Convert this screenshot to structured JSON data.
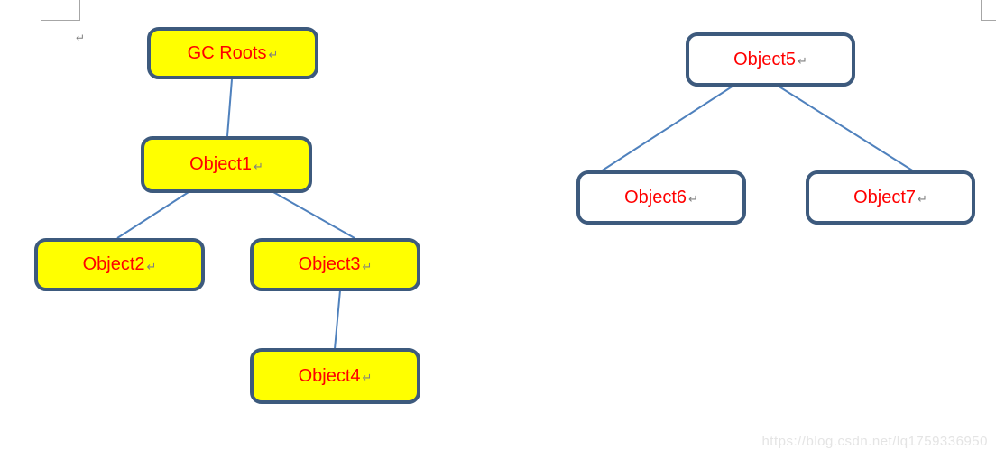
{
  "document": {
    "paragraph_mark": "↵",
    "watermark": "https://blog.csdn.net/lq1759336950"
  },
  "colors": {
    "node_border": "#3d5a7d",
    "node_fill_yellow": "#ffff00",
    "node_fill_white": "#ffffff",
    "node_label_text": "#ff0000",
    "connector_line": "#4f81bd",
    "paragraph_mark_gray": "#7f7f7f",
    "watermark_gray": "#e4e4e4"
  },
  "diagram": {
    "type": "tree",
    "nodes": [
      {
        "id": "gc-roots",
        "label": "GC Roots",
        "fill": "#ffff00"
      },
      {
        "id": "object1",
        "label": "Object1",
        "fill": "#ffff00"
      },
      {
        "id": "object2",
        "label": "Object2",
        "fill": "#ffff00"
      },
      {
        "id": "object3",
        "label": "Object3",
        "fill": "#ffff00"
      },
      {
        "id": "object4",
        "label": "Object4",
        "fill": "#ffff00"
      },
      {
        "id": "object5",
        "label": "Object5",
        "fill": "#ffffff"
      },
      {
        "id": "object6",
        "label": "Object6",
        "fill": "#ffffff"
      },
      {
        "id": "object7",
        "label": "Object7",
        "fill": "#ffffff"
      }
    ],
    "edges": [
      {
        "from": "gc-roots",
        "to": "object1"
      },
      {
        "from": "object1",
        "to": "object2"
      },
      {
        "from": "object1",
        "to": "object3"
      },
      {
        "from": "object3",
        "to": "object4"
      },
      {
        "from": "object5",
        "to": "object6"
      },
      {
        "from": "object5",
        "to": "object7"
      }
    ]
  }
}
